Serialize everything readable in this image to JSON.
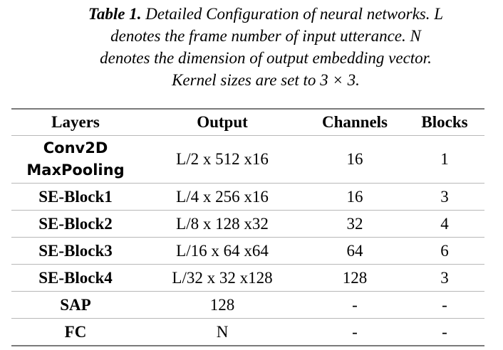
{
  "caption": {
    "label": "Table 1.",
    "lines": [
      " Detailed Configuration of neural networks. L",
      "denotes the frame number of input utterance. N",
      "denotes the dimension of output embedding vector.",
      "Kernel sizes are set to 3 × 3."
    ]
  },
  "table": {
    "headers": [
      "Layers",
      "Output",
      "Channels",
      "Blocks"
    ],
    "rows": [
      {
        "layer": [
          "Conv2D",
          "MaxPooling"
        ],
        "output": "L/2 x 512 x16",
        "channels": "16",
        "blocks": "1"
      },
      {
        "layer": "SE-Block1",
        "output": "L/4 x 256 x16",
        "channels": "16",
        "blocks": "3"
      },
      {
        "layer": "SE-Block2",
        "output": "L/8 x 128 x32",
        "channels": "32",
        "blocks": "4"
      },
      {
        "layer": "SE-Block3",
        "output": "L/16 x 64 x64",
        "channels": "64",
        "blocks": "6"
      },
      {
        "layer": "SE-Block4",
        "output": "L/32 x 32 x128",
        "channels": "128",
        "blocks": "3"
      },
      {
        "layer": "SAP",
        "output": "128",
        "channels": "-",
        "blocks": "-"
      },
      {
        "layer": "FC",
        "output": "N",
        "channels": "-",
        "blocks": "-"
      }
    ]
  }
}
